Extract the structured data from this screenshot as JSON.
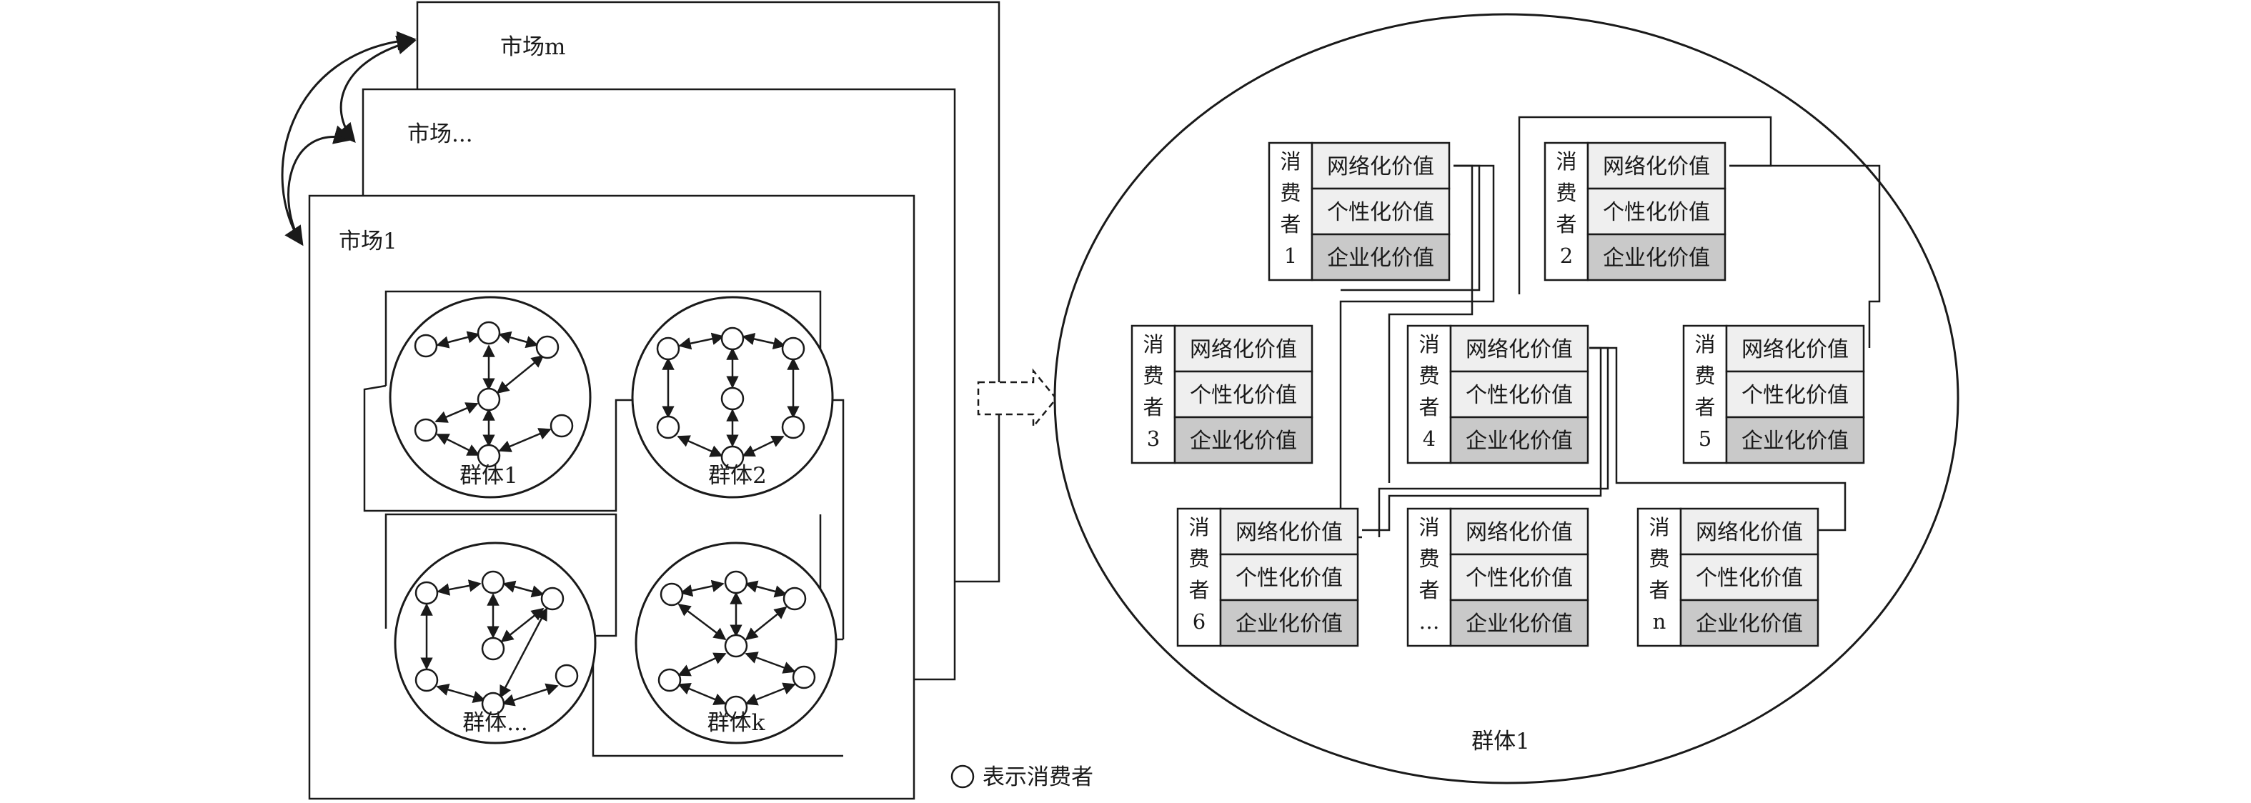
{
  "markets": {
    "back_label": "市场m",
    "middle_label": "市场...",
    "front_label": "市场1"
  },
  "groups": [
    {
      "label": "群体1"
    },
    {
      "label": "群体2"
    },
    {
      "label": "群体..."
    },
    {
      "label": "群体k"
    }
  ],
  "legend": {
    "label": "表示消费者"
  },
  "zoom": {
    "label": "群体1"
  },
  "value_labels": [
    "网络化价值",
    "个性化价值",
    "企业化价值"
  ],
  "consumers": [
    {
      "chars": [
        "消",
        "费",
        "者",
        "1"
      ]
    },
    {
      "chars": [
        "消",
        "费",
        "者",
        "2"
      ]
    },
    {
      "chars": [
        "消",
        "费",
        "者",
        "3"
      ]
    },
    {
      "chars": [
        "消",
        "费",
        "者",
        "4"
      ]
    },
    {
      "chars": [
        "消",
        "费",
        "者",
        "5"
      ]
    },
    {
      "chars": [
        "消",
        "费",
        "者",
        "6"
      ]
    },
    {
      "chars": [
        "消",
        "费",
        "者",
        "…"
      ]
    },
    {
      "chars": [
        "消",
        "费",
        "者",
        "n"
      ]
    }
  ],
  "colors": {
    "line": "#1a1a1a",
    "row_light": "#efefef",
    "row_dark": "#c9c9c9",
    "background": "#ffffff"
  }
}
